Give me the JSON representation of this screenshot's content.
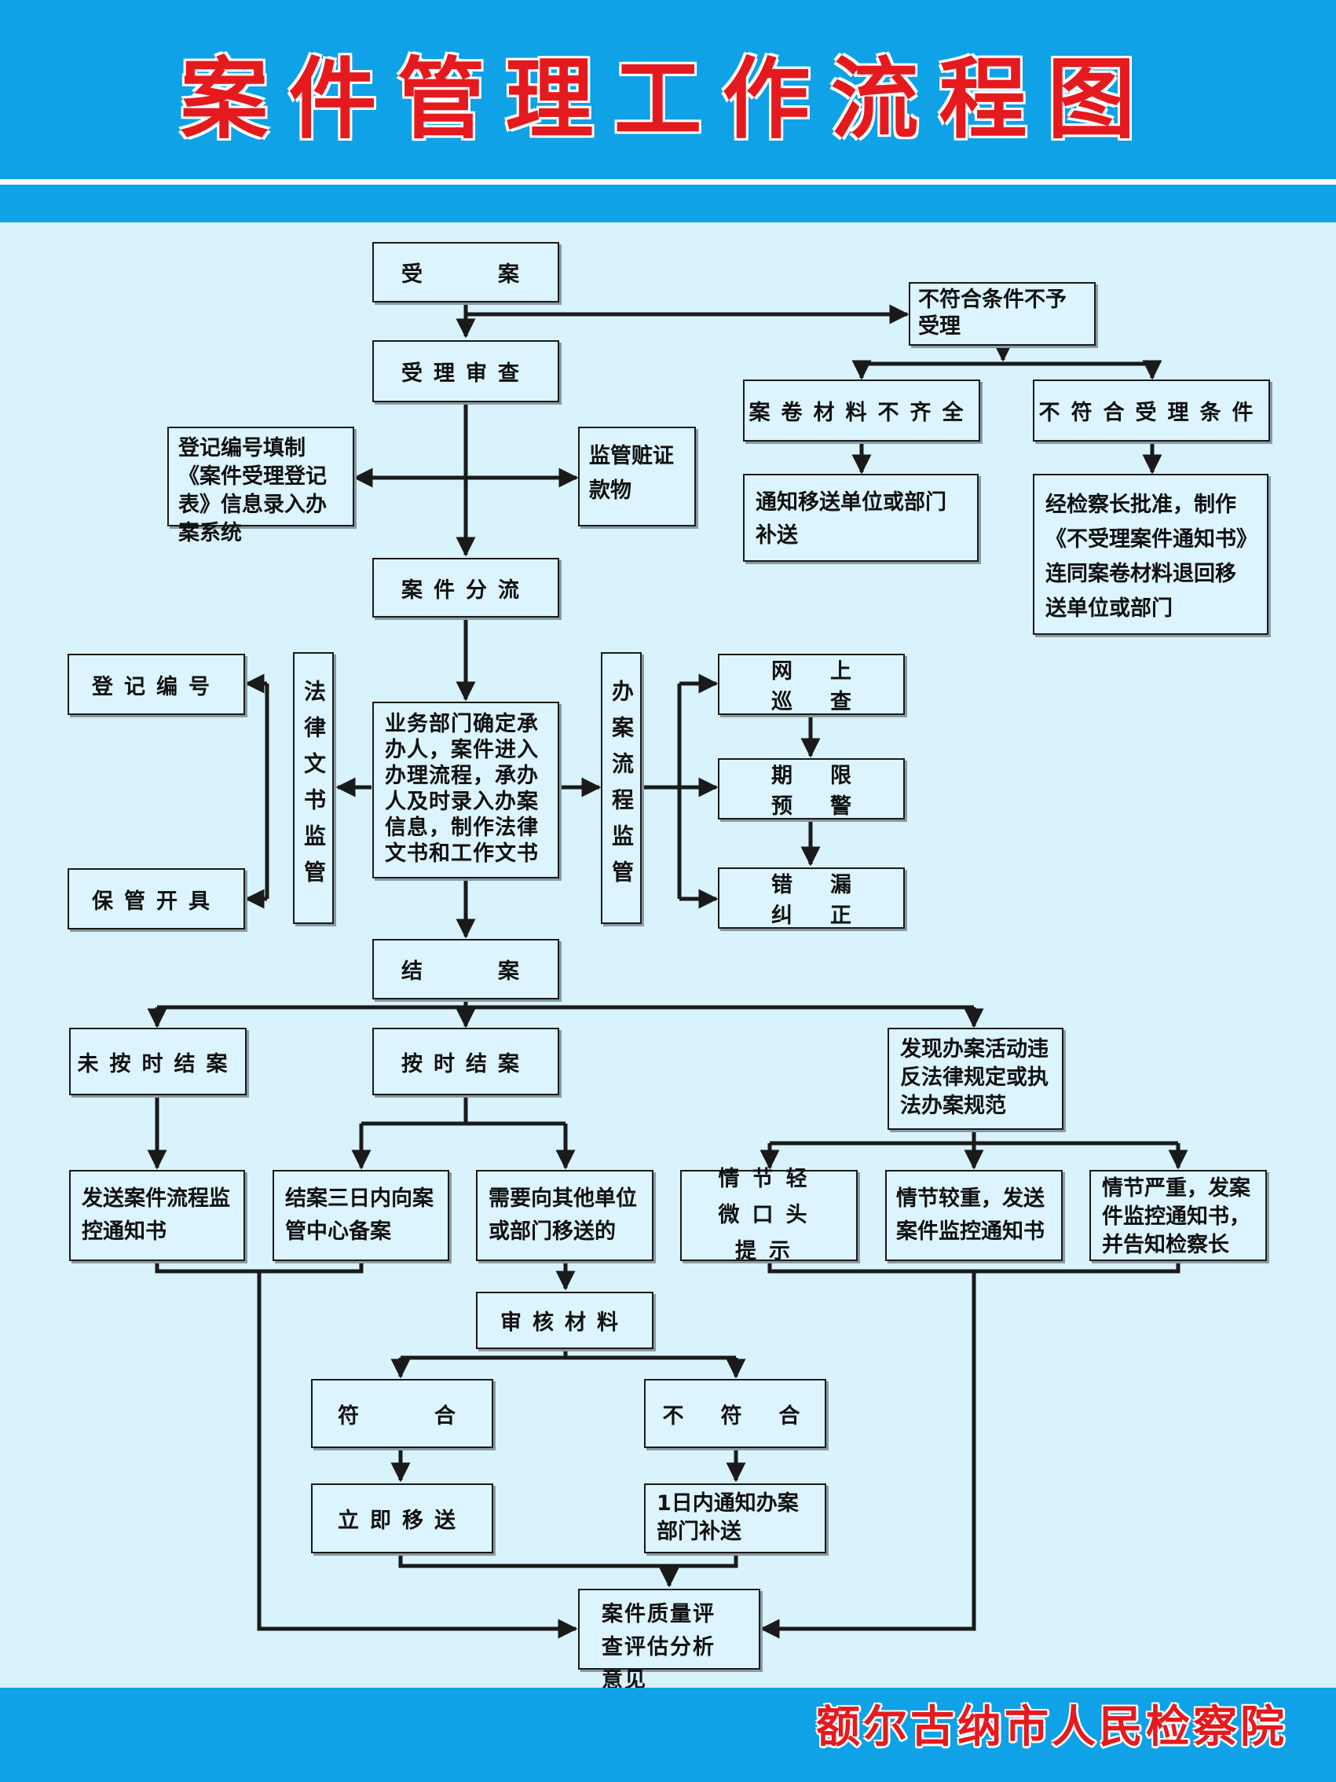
{
  "title": "案件管理工作流程图",
  "footer": "额尔古纳市人民检察院",
  "colors": {
    "header": "#0fa2e6",
    "background": "#d9f3fc",
    "title_red": "#e51a1e",
    "box_fill": "#dcf4fd",
    "line": "#1a1a1a"
  },
  "nodes": {
    "accept": "受　　案",
    "not_qualified": "不符合条件不予受理",
    "review": "受理审查",
    "incomplete": "案卷材料不齐全",
    "not_meet": "不符合受理条件",
    "notify_supplement": "通知移送单位或部门补送",
    "chief_approval": "经检察长批准，制作《不受理案件通知书》连同案卷材料退回移送单位或部门",
    "register_fill": "登记编号填制《案件受理登记表》信息录入办案系统",
    "custody": "监管赃证款物",
    "distribute": "案件分流",
    "register_no": "登记编号",
    "keep_issue": "保管开具",
    "legal_doc_supervision": "法律文书监管",
    "business_dept": "业务部门确定承办人，案件进入办理流程，承办人及时录入办案信息，制作法律文书和工作文书",
    "process_supervision": "办案流程监管",
    "online_patrol": "网上巡查",
    "deadline_warning": "期限预警",
    "error_correct": "错漏纠正",
    "close_case": "结　　案",
    "not_on_time": "未按时结案",
    "on_time": "按时结案",
    "violation_found": "发现办案活动违反法律规定或执法办案规范",
    "send_notice": "发送案件流程监控通知书",
    "file_in_3days": "结案三日内向案管中心备案",
    "transfer_other": "需要向其他单位或部门移送的",
    "minor": "情节轻微口头提示",
    "serious": "情节较重，发送案件监控通知书",
    "very_serious": "情节严重，发案件监控通知书，并告知检察长",
    "review_materials": "审核材料",
    "conform": "符　　合",
    "not_conform": "不　符　合",
    "transfer_now": "立即移送",
    "notify_1day": "1日内通知办案部门补送",
    "quality_eval": "案件质量评查评估分析意见"
  }
}
